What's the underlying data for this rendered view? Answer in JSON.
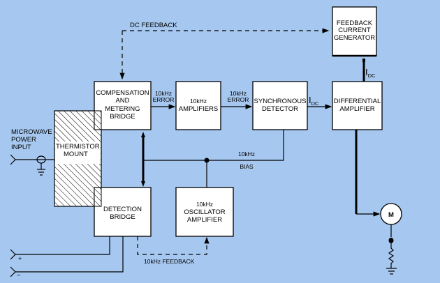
{
  "diagram": {
    "title": "Microwave power meter block diagram",
    "background_color": "#A6C8F0",
    "blocks": {
      "compensation": [
        "COMPENSATION",
        "AND",
        "METERING",
        "BRIDGE"
      ],
      "amplifiers": [
        "10kHz",
        "AMPLIFIERS"
      ],
      "sync_detector": [
        "SYNCHRONOUS",
        "DETECTOR"
      ],
      "diff_amp": [
        "DIFFERENTIAL",
        "AMPLIFIER"
      ],
      "feedback_gen": [
        "FEEDBACK",
        "CURRENT",
        "GENERATOR"
      ],
      "thermistor": [
        "THERMISTOR",
        "MOUNT"
      ],
      "detection": [
        "DETECTION",
        "BRIDGE"
      ],
      "oscillator": [
        "10kHz",
        "OSCILLATOR",
        "AMPLIFIER"
      ],
      "meter": "M"
    },
    "labels": {
      "dc_feedback": "DC FEEDBACK",
      "error1": [
        "10kHz",
        "ERROR"
      ],
      "error2": [
        "10kHz",
        "ERROR"
      ],
      "idc_main": "I",
      "idc_sub": "DC",
      "idc_up_main": "I",
      "idc_up_sub": "DC",
      "bias": [
        "10kHz",
        "BIAS"
      ],
      "microwave_input": [
        "MICROWAVE",
        "POWER",
        "INPUT"
      ],
      "khz_feedback": "10kHz FEEDBACK",
      "plus": "+",
      "minus": "−"
    }
  }
}
